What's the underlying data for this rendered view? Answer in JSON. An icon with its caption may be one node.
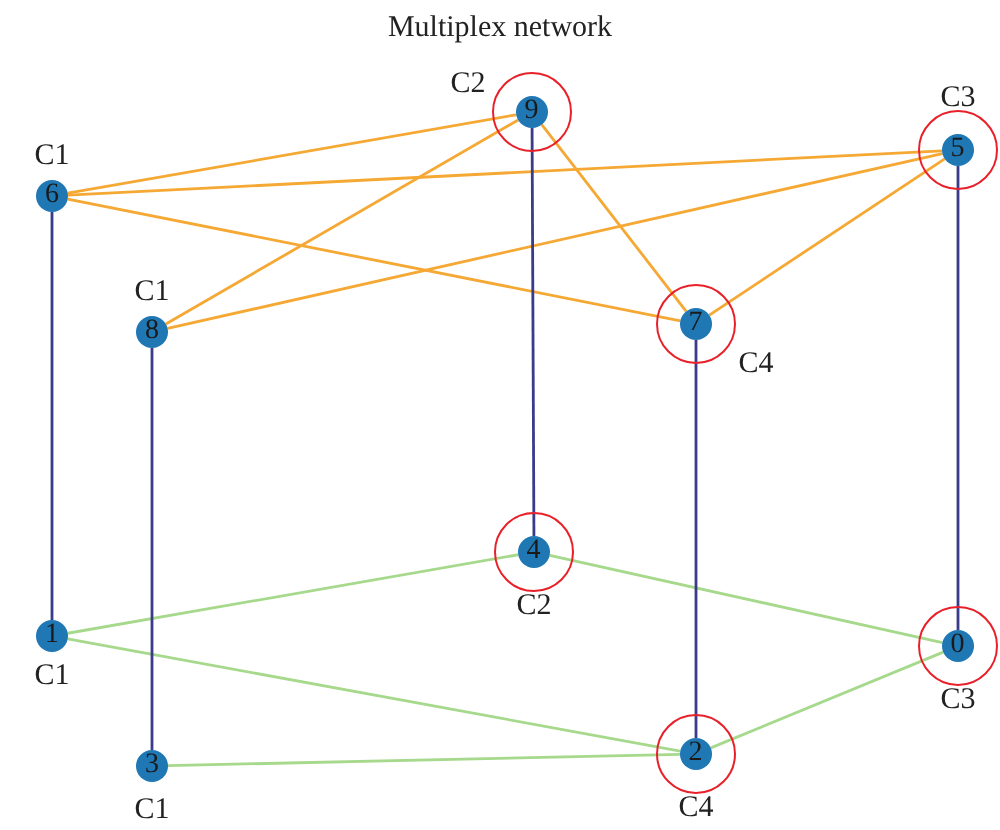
{
  "diagram": {
    "title": "Multiplex network",
    "nodes": [
      {
        "text": [],
        "shape": "circle"
      },
      {
        "text": [
          "9"
        ],
        "beside": [
          "C2"
        ],
        "in": 0
      },
      {
        "text": [],
        "shape": "circle"
      },
      {
        "text": [
          "5"
        ],
        "beside": [
          "C3"
        ],
        "in": 2
      },
      {
        "text": [
          "6"
        ],
        "beside": [
          "C1"
        ]
      },
      {
        "text": [],
        "shape": "circle"
      },
      {
        "text": [
          "7"
        ],
        "beside": [
          "C4"
        ],
        "in": 5
      },
      {
        "text": [
          "8"
        ],
        "beside": [
          "C1"
        ]
      },
      {
        "text": [],
        "shape": "circle"
      },
      {
        "text": [
          "4"
        ],
        "beside": [
          "C2"
        ],
        "in": 8
      },
      {
        "text": [
          "1"
        ],
        "beside": [
          "C1"
        ]
      },
      {
        "text": [],
        "shape": "circle"
      },
      {
        "text": [
          "0"
        ],
        "beside": [
          "C3"
        ],
        "in": 11
      },
      {
        "text": [],
        "shape": "circle"
      },
      {
        "text": [
          "2"
        ],
        "beside": [
          "C4"
        ],
        "in": 13
      },
      {
        "text": [
          "3"
        ],
        "beside": [
          "C1"
        ]
      }
    ],
    "edges": [
      {
        "from": 4,
        "to": 1,
        "arrow": "none"
      },
      {
        "from": 4,
        "to": 3,
        "arrow": "none"
      },
      {
        "from": 4,
        "to": 6,
        "arrow": "none"
      },
      {
        "from": 7,
        "to": 1,
        "arrow": "none"
      },
      {
        "from": 7,
        "to": 3,
        "arrow": "none"
      },
      {
        "from": 1,
        "to": 6,
        "arrow": "none"
      },
      {
        "from": 6,
        "to": 3,
        "arrow": "none"
      },
      {
        "from": 10,
        "to": 9,
        "arrow": "none",
        "color": "#a6d98c"
      },
      {
        "from": 10,
        "to": 14,
        "arrow": "none",
        "color": "#a6d98c"
      },
      {
        "from": 9,
        "to": 12,
        "arrow": "none",
        "color": "#a6d98c"
      },
      {
        "from": 15,
        "to": 14,
        "arrow": "none",
        "color": "#a6d98c"
      },
      {
        "from": 14,
        "to": 12,
        "arrow": "none",
        "color": "#a6d98c"
      },
      {
        "from": 4,
        "to": 10,
        "arrow": "none",
        "color": "#3b3b8c"
      },
      {
        "from": 7,
        "to": 15,
        "arrow": "none",
        "color": "#3b3b8c"
      },
      {
        "from": 1,
        "to": 9,
        "arrow": "none",
        "color": "#3b3b8c"
      },
      {
        "from": 6,
        "to": 14,
        "arrow": "none",
        "color": "#3b3b8c"
      },
      {
        "from": 3,
        "to": 12,
        "arrow": "none",
        "color": "#3b3b8c"
      }
    ]
  }
}
